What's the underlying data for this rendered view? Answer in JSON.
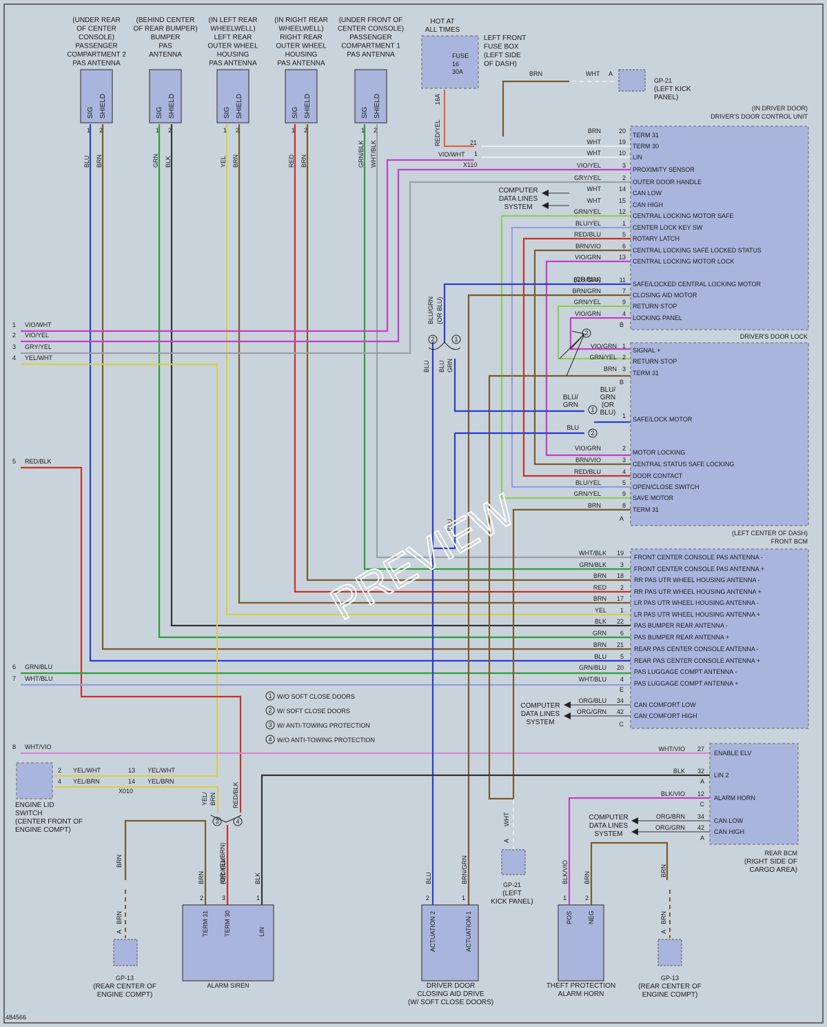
{
  "diagram_id": "484566",
  "watermark": "PREVIEW",
  "top_components": [
    {
      "id": "pas_rear_center",
      "location": [
        "(UNDER REAR",
        "OF CENTER",
        "CONSOLE)",
        "PASSENGER",
        "COMPARTMENT 2",
        "PAS ANTENNA"
      ],
      "pins": [
        "SIG",
        "SHIELD"
      ],
      "pin_nums": [
        "1",
        "2"
      ],
      "wire_colors": [
        "BLU",
        "BRN"
      ]
    },
    {
      "id": "pas_bumper",
      "location": [
        "(BEHIND CENTER",
        "OF REAR BUMPER)",
        "BUMPER",
        "PAS",
        "ANTENNA"
      ],
      "pins": [
        "SIG",
        "SHIELD"
      ],
      "pin_nums": [
        "1",
        "2"
      ],
      "wire_colors": [
        "GRN",
        "BLK"
      ]
    },
    {
      "id": "pas_left_rear",
      "location": [
        "(IN LEFT REAR",
        "WHEELWELL)",
        "LEFT REAR",
        "OUTER WHEEL",
        "HOUSING",
        "PAS ANTENNA"
      ],
      "pins": [
        "SIG",
        "SHIELD"
      ],
      "pin_nums": [
        "1",
        "2"
      ],
      "wire_colors": [
        "YEL",
        "BRN"
      ]
    },
    {
      "id": "pas_right_rear",
      "location": [
        "(IN RIGHT REAR",
        "WHEELWELL)",
        "RIGHT REAR",
        "OUTER WHEEL",
        "HOUSING",
        "PAS ANTENNA"
      ],
      "pins": [
        "SIG",
        "SHIELD"
      ],
      "pin_nums": [
        "1",
        "2"
      ],
      "wire_colors": [
        "RED",
        "BRN"
      ]
    },
    {
      "id": "pas_front_center",
      "location": [
        "(UNDER FRONT OF",
        "CENTER CONSOLE)",
        "PASSENGER",
        "COMPARTMENT 1",
        "PAS ANTENNA"
      ],
      "pins": [
        "SIG",
        "SHIELD"
      ],
      "pin_nums": [
        "1",
        "2"
      ],
      "wire_colors": [
        "GRN/BLK",
        "WHT/BLK"
      ]
    }
  ],
  "fuse": {
    "hot_label": [
      "HOT AT",
      "ALL TIMES"
    ],
    "name": "FUSE",
    "number": "16",
    "rating": "30A",
    "box_label": [
      "LEFT FRONT",
      "FUSE BOX",
      "(LEFT SIDE",
      "OF DASH)"
    ],
    "out_wire": "RED/YEL",
    "out_pin": "16A"
  },
  "gp21_top": {
    "name": "GP-21",
    "location": [
      "(LEFT KICK",
      "PANEL)"
    ],
    "wire_left": "BRN",
    "wire_right": "WHT",
    "pin": "A"
  },
  "splice_x110": {
    "name": "X110",
    "pins": [
      "21",
      "1"
    ],
    "wire": "VIO/WHT"
  },
  "ddcu": {
    "location": "(IN DRIVER DOOR)",
    "name": "DRIVER'S DOOR CONTROL UNIT",
    "pins": [
      {
        "wire": "BRN",
        "num": "20",
        "label": "TERM 31"
      },
      {
        "wire": "WHT",
        "num": "19",
        "label": "TERM 30"
      },
      {
        "wire": "WHT",
        "num": "10",
        "label": "LIN"
      },
      {
        "wire": "VIO/YEL",
        "num": "3",
        "label": "PROXIMITY SENSOR"
      },
      {
        "wire": "GRY/YEL",
        "num": "2",
        "label": "OUTER DOOR HANDLE"
      },
      {
        "wire": "WHT",
        "num": "14",
        "label": "CAN LOW"
      },
      {
        "wire": "WHT",
        "num": "15",
        "label": "CAN HIGH"
      },
      {
        "wire": "GRN/YEL",
        "num": "12",
        "label": "CENTRAL LOCKING MOTOR SAFE"
      },
      {
        "wire": "BLU/YEL",
        "num": "1",
        "label": "CENTER LOCK KEY SW"
      },
      {
        "wire": "RED/BLU",
        "num": "5",
        "label": "ROTARY LATCH"
      },
      {
        "wire": "BRN/VIO",
        "num": "6",
        "label": "CENTRAL LOCKING SAFE LOCKED STATUS"
      },
      {
        "wire": "VIO/GRN",
        "num": "13",
        "label": "CENTRAL LOCKING MOTOR LOCK"
      },
      {
        "wire": "BLU/GRN",
        "num": "11",
        "label": "SAFE/LOCKED CENTRAL LOCKING MOTOR"
      },
      {
        "wire": "BRN/GRN",
        "num": "7",
        "label": "CLOSING AID MOTOR"
      },
      {
        "wire": "GRN/YEL",
        "num": "9",
        "label": "RETURN STOP"
      },
      {
        "wire": "VIO/GRN",
        "num": "4",
        "label": "LOCKING PANEL"
      }
    ],
    "blu_grn_alt": "(OR BLU)",
    "connector": "B",
    "computer_data": [
      "COMPUTER",
      "DATA LINES",
      "SYSTEM"
    ]
  },
  "door_lock": {
    "name": "DRIVER'S DOOR LOCK",
    "pins": [
      {
        "wire": "VIO/GRN",
        "num": "1",
        "label": "SIGNAL +"
      },
      {
        "wire": "GRN/YEL",
        "num": "2",
        "label": "RETURN STOP"
      },
      {
        "wire": "BRN",
        "num": "3",
        "label": "TERM 31"
      }
    ],
    "connector": "B",
    "safe_lock": {
      "wire1": [
        "BLU/",
        "GRN"
      ],
      "wire1_right": [
        "BLU/",
        "GRN",
        "(OR",
        "BLU)"
      ],
      "num": "1",
      "label": "SAFE/LOCK MOTOR",
      "wire2": "BLU"
    },
    "pins2": [
      {
        "wire": "VIO/GRN",
        "num": "2",
        "label": "MOTOR LOCKING"
      },
      {
        "wire": "BRN/VIO",
        "num": "3",
        "label": "CENTRAL STATUS SAFE LOCKING"
      },
      {
        "wire": "RED/BLU",
        "num": "4",
        "label": "DOOR CONTACT"
      },
      {
        "wire": "BLU/YEL",
        "num": "5",
        "label": "OPEN/CLOSE SWITCH"
      },
      {
        "wire": "GRN/YEL",
        "num": "9",
        "label": "SAVE MOTOR"
      },
      {
        "wire": "BRN",
        "num": "8",
        "label": "TERM 31"
      }
    ],
    "connector2": "A"
  },
  "split_labels": {
    "vertical_blu_grn": "BLU/GRN",
    "or_blu": "(OR BLU)",
    "blu": "BLU",
    "blu2": "BLU",
    "grn": "GRN",
    "c1": "1",
    "c2": "2"
  },
  "front_bcm": {
    "location": "(LEFT CENTER OF DASH)",
    "name": "FRONT BCM",
    "pins": [
      {
        "wire": "WHT/BLK",
        "num": "19",
        "label": "FRONT CENTER CONSOLE PAS ANTENNA -"
      },
      {
        "wire": "GRN/BLK",
        "num": "3",
        "label": "FRONT CENTER CONSOLE PAS ANTENNA +"
      },
      {
        "wire": "BRN",
        "num": "18",
        "label": "RR PAS UTR WHEEL HOUSING ANTENNA -"
      },
      {
        "wire": "RED",
        "num": "2",
        "label": "RR PAS UTR WHEEL HOUSING ANTENNA +"
      },
      {
        "wire": "BRN",
        "num": "17",
        "label": "LR PAS UTR WHEEL HOUSING ANTENNA -"
      },
      {
        "wire": "YEL",
        "num": "1",
        "label": "LR PAS UTR WHEEL HOUSING ANTENNA +"
      },
      {
        "wire": "BLK",
        "num": "22",
        "label": "PAS BUMPER REAR ANTENNA -"
      },
      {
        "wire": "GRN",
        "num": "6",
        "label": "PAS BUMPER REAR ANTENNA +"
      },
      {
        "wire": "BRN",
        "num": "21",
        "label": "REAR PAS CENTER CONSOLE ANTENNA -"
      },
      {
        "wire": "BLU",
        "num": "5",
        "label": "REAR PAS CENTER CONSOLE ANTENNA +"
      },
      {
        "wire": "GRN/BLU",
        "num": "20",
        "label": "PAS LUGGAGE COMPT ANTENNA -"
      },
      {
        "wire": "WHT/BLU",
        "num": "4",
        "label": "PAS LUGGAGE COMPT ANTENNA +"
      }
    ],
    "connector": "E",
    "can": [
      {
        "wire": "ORG/BLU",
        "num": "34",
        "label": "CAN COMFORT LOW"
      },
      {
        "wire": "ORG/GRN",
        "num": "42",
        "label": "CAN COMFORT HIGH"
      }
    ],
    "connector2": "C",
    "computer_data": [
      "COMPUTER",
      "DATA LINES",
      "SYSTEM"
    ]
  },
  "left_wires": [
    {
      "num": "1",
      "color": "VIO/WHT"
    },
    {
      "num": "2",
      "color": "VIO/YEL"
    },
    {
      "num": "3",
      "color": "GRY/YEL"
    },
    {
      "num": "4",
      "color": "YEL/WHT"
    },
    {
      "num": "5",
      "color": "RED/BLK"
    },
    {
      "num": "6",
      "color": "GRN/BLU"
    },
    {
      "num": "7",
      "color": "WHT/BLU"
    },
    {
      "num": "8",
      "color": "WHT/VIO"
    }
  ],
  "legend": [
    {
      "num": "1",
      "text": "W/O SOFT CLOSE DOORS"
    },
    {
      "num": "2",
      "text": "W/ SOFT CLOSE DOORS"
    },
    {
      "num": "3",
      "text": "W/ ANTI-TOWING PROTECTION"
    },
    {
      "num": "4",
      "text": "W/O ANTI-TOWING PROTECTION"
    }
  ],
  "rear_bcm": {
    "name": "REAR BCM",
    "location": [
      "(RIGHT SIDE OF",
      "CARGO AREA)"
    ],
    "pins": [
      {
        "wire": "WHT/VIO",
        "num": "27",
        "label": "ENABLE ELV"
      },
      {
        "wire": "BLK",
        "num": "32",
        "label": "LIN 2"
      },
      {
        "wire": "BLK/VIO",
        "num": "12",
        "label": "ALARM HORN"
      },
      {
        "wire": "ORG/BRN",
        "num": "34",
        "label": "CAN LOW"
      },
      {
        "wire": "ORG/GRN",
        "num": "42",
        "label": "CAN HIGH"
      }
    ],
    "connectors": [
      "A",
      "C",
      "A"
    ],
    "computer_data": [
      "COMPUTER",
      "DATA LINES",
      "SYSTEM"
    ]
  },
  "engine_lid": {
    "location": [
      "ENGINE LID",
      "SWITCH",
      "(CENTER FRONT OF",
      "ENGINE COMPT)"
    ],
    "pins": [
      {
        "num": "2",
        "wire": "YEL/WHT",
        "cnum": "13",
        "wire2": "YEL/WHT"
      },
      {
        "num": "4",
        "wire": "YEL/BRN",
        "cnum": "14",
        "wire2": "YEL/BRN"
      }
    ],
    "splice": "X010"
  },
  "siren_split": {
    "wire1": [
      "YEL/",
      "BRN"
    ],
    "wire2": "RED/BLK",
    "c3": "3",
    "c4": "4"
  },
  "bottom": {
    "gp13_left": {
      "wire": "BRN",
      "pin": "A",
      "wire2": "BRN",
      "name": "GP-13",
      "location": [
        "(REAR CENTER OF",
        "ENGINE COMPT)"
      ]
    },
    "siren": {
      "name": "ALARM SIREN",
      "pins": [
        {
          "num": "2",
          "label": "TERM 31",
          "wire": "BRN"
        },
        {
          "num": "3",
          "label": "TERM 30",
          "wire": "RED/BLK",
          "wire_alt": "(OR YEL/BRN)"
        },
        {
          "num": "1",
          "label": "LIN",
          "wire": "BLK"
        }
      ]
    },
    "closing_aid": {
      "name": [
        "DRIVER DOOR",
        "CLOSING AID DRIVE",
        "(W/ SOFT CLOSE DOORS)"
      ],
      "pins": [
        {
          "num": "2",
          "label": "ACTUATION 2",
          "wire": "BLU"
        },
        {
          "num": "1",
          "label": "ACTUATION 1",
          "wire": "BRN/GRN"
        }
      ]
    },
    "gp21": {
      "wire": "WHT",
      "pin": "A",
      "name": "GP-21",
      "location": [
        "(LEFT",
        "KICK PANEL)"
      ]
    },
    "horn": {
      "name": [
        "THEFT PROTECTION",
        "ALARM HORN"
      ],
      "pins": [
        {
          "num": "1",
          "label": "POS",
          "wire": "BLK/VIO"
        },
        {
          "num": "2",
          "label": "NEG",
          "wire": "BRN"
        }
      ]
    },
    "gp13_right": {
      "wire": "BRN",
      "pin": "A",
      "wire2": "BRN",
      "name": "GP-13",
      "location": [
        "(REAR CENTER OF",
        "ENGINE COMPT)"
      ]
    }
  },
  "colors": {
    "blu": "#2a3bd6",
    "brn": "#7a5a2a",
    "grn": "#2e9e3a",
    "blk": "#333333",
    "yel": "#d7cf4a",
    "red": "#c9302a",
    "vio": "#c33fc9",
    "gry": "#9aa0a6",
    "wht": "#e8ecf0",
    "org": "#e36b2a",
    "lightgrn": "#8fce59",
    "redyel": "#e0683a"
  }
}
